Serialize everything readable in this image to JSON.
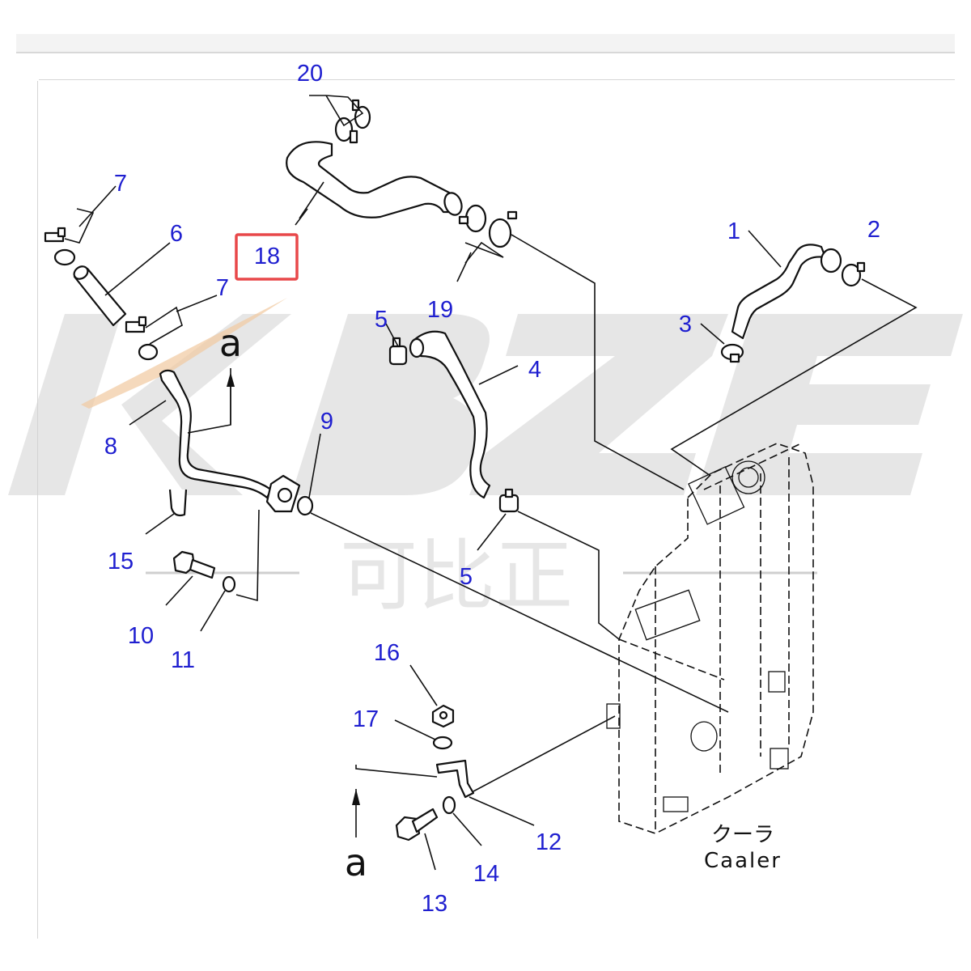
{
  "watermark": {
    "brand_text": "KBZE",
    "cn_text": "可比正"
  },
  "diagram": {
    "highlight_color": "#e8484a",
    "label_color": "#1f1fd0",
    "callouts": [
      {
        "id": "20",
        "text": "20"
      },
      {
        "id": "7a",
        "text": "7"
      },
      {
        "id": "6",
        "text": "6"
      },
      {
        "id": "18",
        "text": "18"
      },
      {
        "id": "7b",
        "text": "7"
      },
      {
        "id": "1",
        "text": "1"
      },
      {
        "id": "2",
        "text": "2"
      },
      {
        "id": "3",
        "text": "3"
      },
      {
        "id": "5a",
        "text": "5"
      },
      {
        "id": "19",
        "text": "19"
      },
      {
        "id": "4",
        "text": "4"
      },
      {
        "id": "9",
        "text": "9"
      },
      {
        "id": "8",
        "text": "8"
      },
      {
        "id": "15",
        "text": "15"
      },
      {
        "id": "5b",
        "text": "5"
      },
      {
        "id": "10",
        "text": "10"
      },
      {
        "id": "11",
        "text": "11"
      },
      {
        "id": "16",
        "text": "16"
      },
      {
        "id": "17",
        "text": "17"
      },
      {
        "id": "12",
        "text": "12"
      },
      {
        "id": "14",
        "text": "14"
      },
      {
        "id": "13",
        "text": "13"
      }
    ],
    "highlighted_part": "18",
    "reference_marks": [
      "a",
      "a"
    ],
    "cooler_label_jp": "クーラ",
    "cooler_label_en": "Caaler"
  }
}
